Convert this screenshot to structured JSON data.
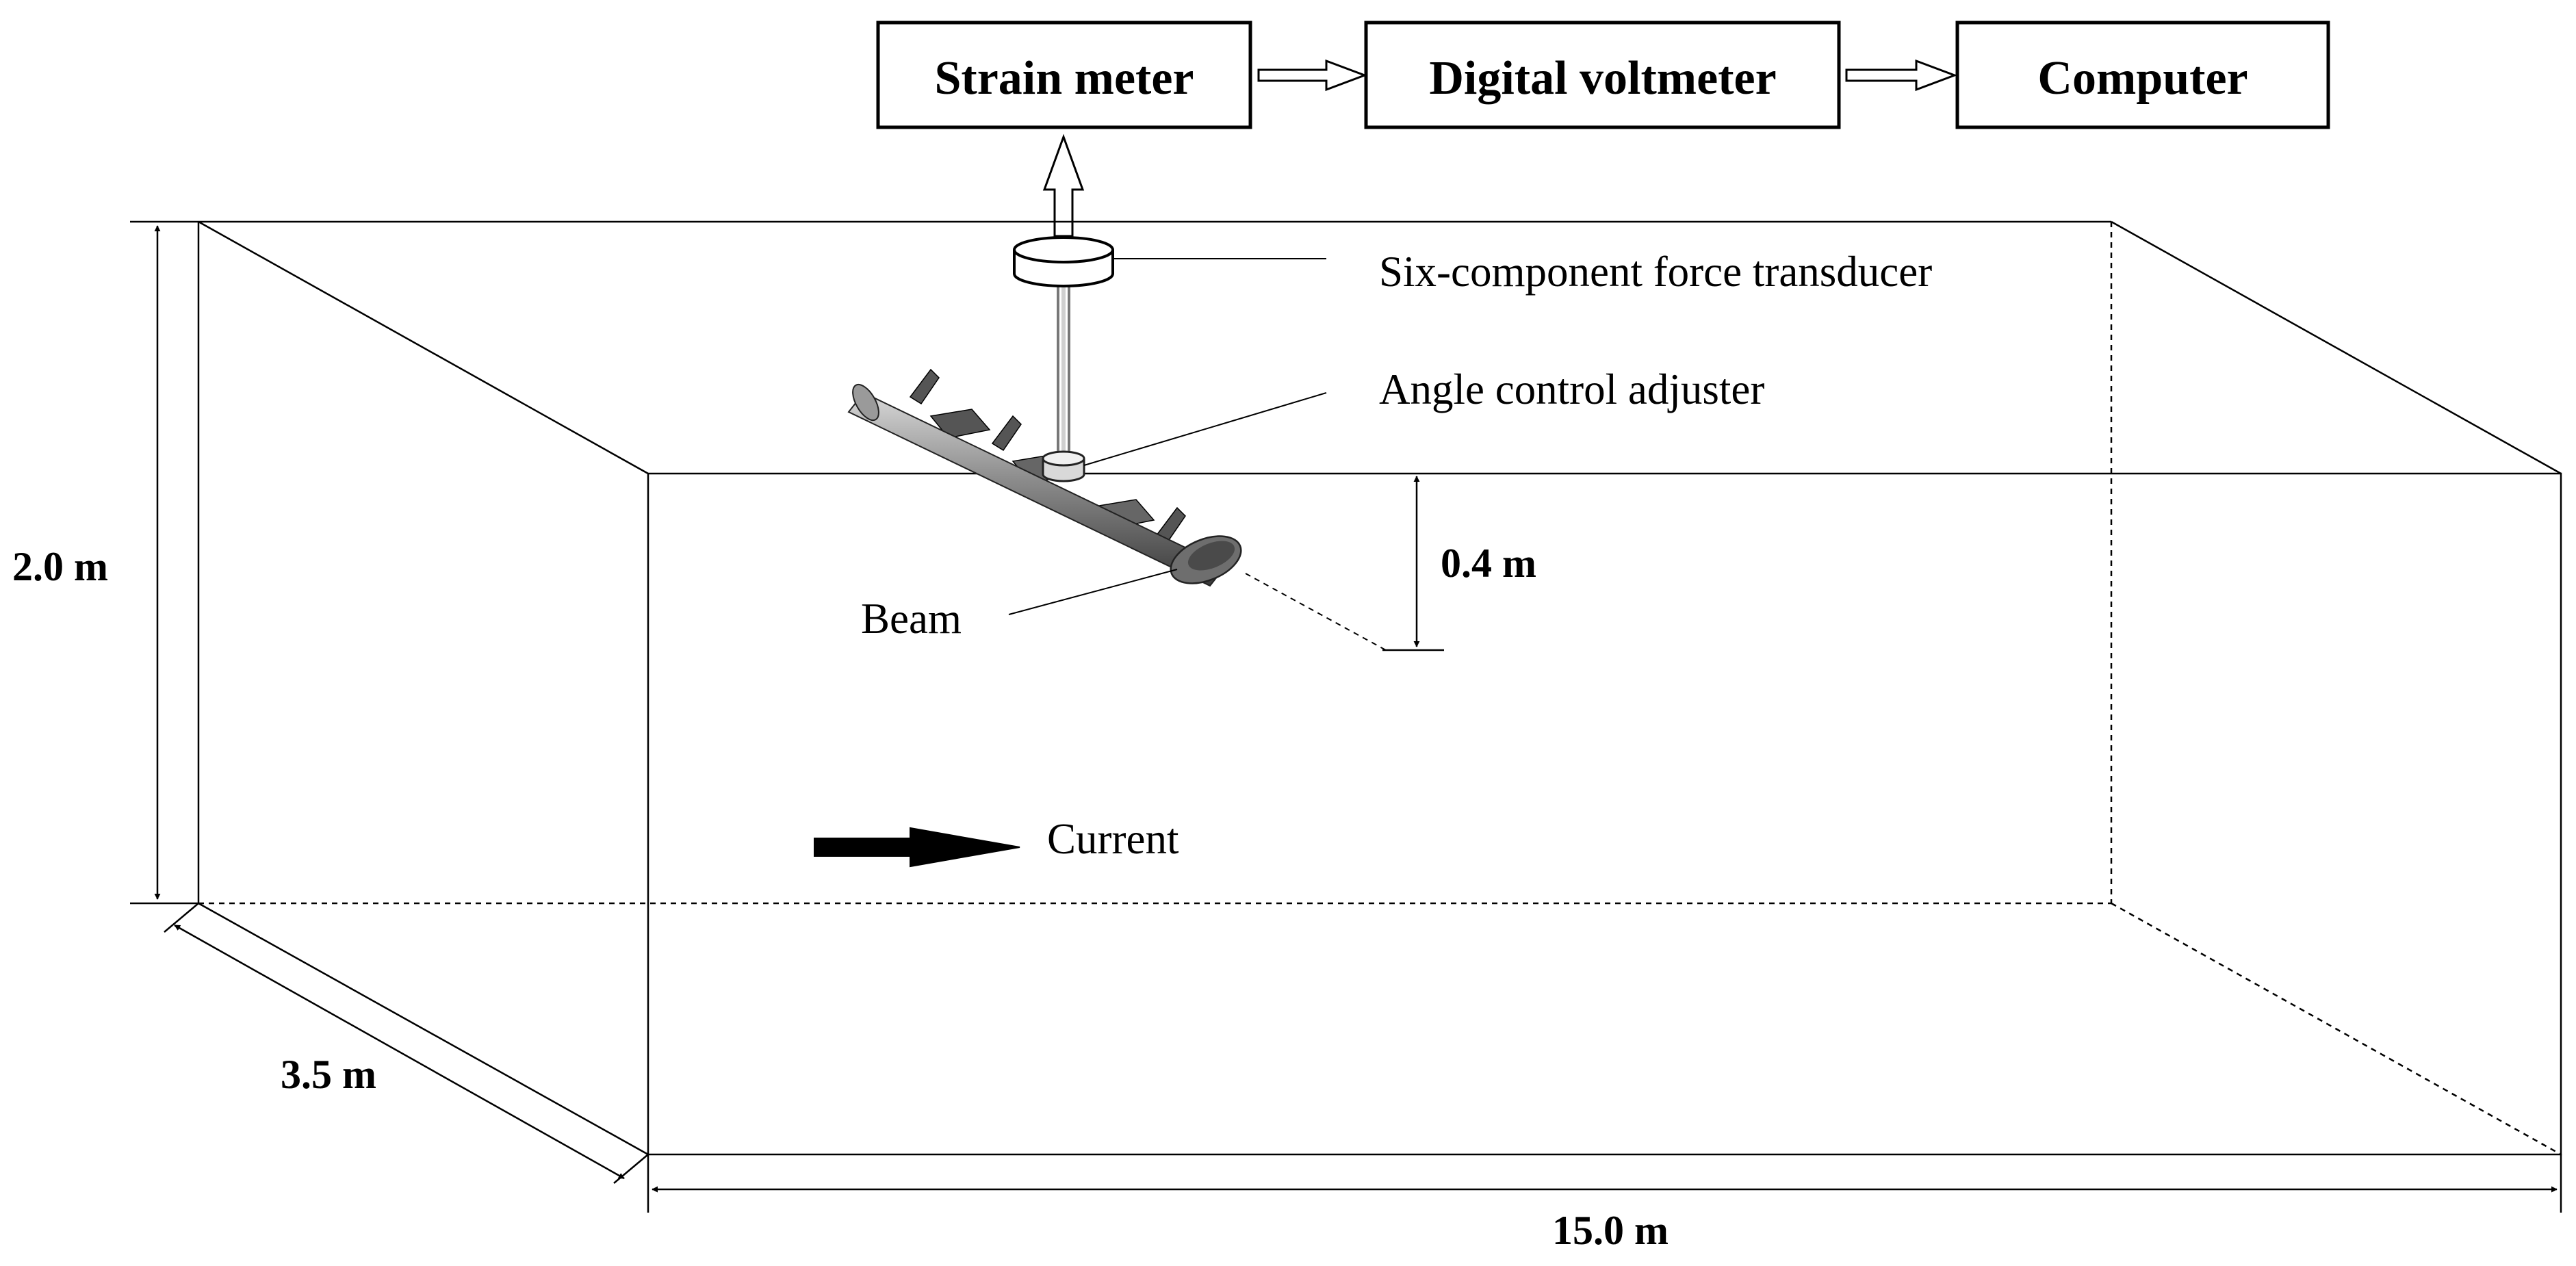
{
  "blocks": {
    "strain_meter": "Strain meter",
    "digital_voltmeter": "Digital voltmeter",
    "computer": "Computer"
  },
  "callouts": {
    "transducer": "Six-component force transducer",
    "adjuster": "Angle control adjuster",
    "beam": "Beam",
    "current": "Current"
  },
  "dimensions": {
    "height": "2.0 m",
    "width": "3.5 m",
    "length": "15.0 m",
    "depth": "0.4 m"
  },
  "colors": {
    "line": "#000000",
    "beam_dark": "#3a3a3a",
    "beam_mid": "#8c8c8c",
    "beam_light": "#d8d8d8"
  }
}
